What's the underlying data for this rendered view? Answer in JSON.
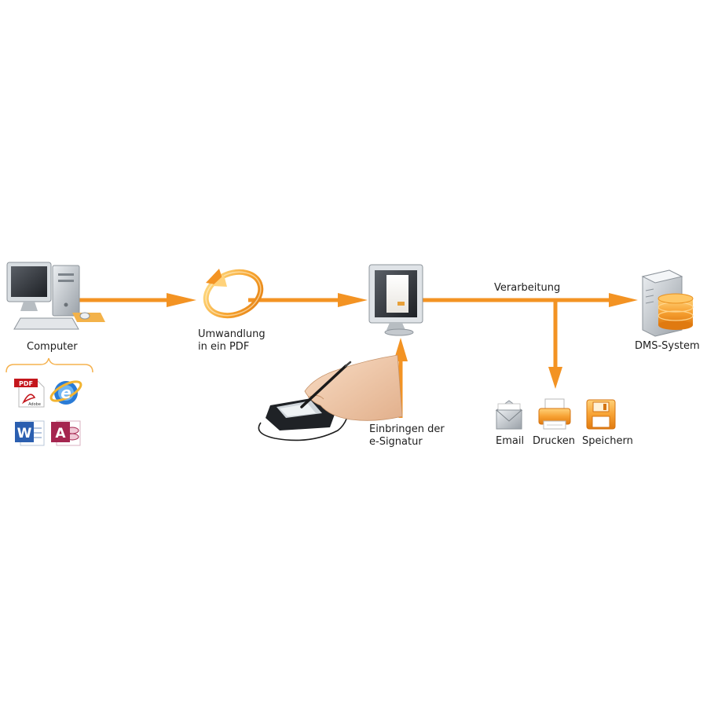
{
  "nodes": {
    "computer": {
      "label": "Computer",
      "icon": "desktop-computer-icon"
    },
    "convert": {
      "label_line1": "Umwandlung",
      "label_line2": "in ein PDF",
      "icon": "orange-ring-arrow-icon"
    },
    "monitor": {
      "icon": "monitor-document-icon",
      "doc_tag": ""
    },
    "signature": {
      "label_line1": "Einbringen der",
      "label_line2": "e-Signatur",
      "icon": "signature-pad-hand-icon"
    },
    "dms": {
      "label": "DMS-System",
      "icon": "server-database-icon"
    }
  },
  "edge_labels": {
    "processing": "Verarbeitung"
  },
  "apps": [
    {
      "icon": "adobe-pdf-icon",
      "text": "PDF",
      "subtext": "Adobe"
    },
    {
      "icon": "internet-explorer-icon",
      "text": "e"
    },
    {
      "icon": "word-icon",
      "text": "W"
    },
    {
      "icon": "access-icon",
      "text": "A"
    }
  ],
  "outputs": [
    {
      "label": "Email",
      "icon": "envelope-icon"
    },
    {
      "label": "Drucken",
      "icon": "printer-icon"
    },
    {
      "label": "Speichern",
      "icon": "floppy-disk-icon"
    }
  ],
  "colors": {
    "arrow": "#f39323",
    "accent": "#f7a233",
    "gray": "#9ea3a8"
  }
}
